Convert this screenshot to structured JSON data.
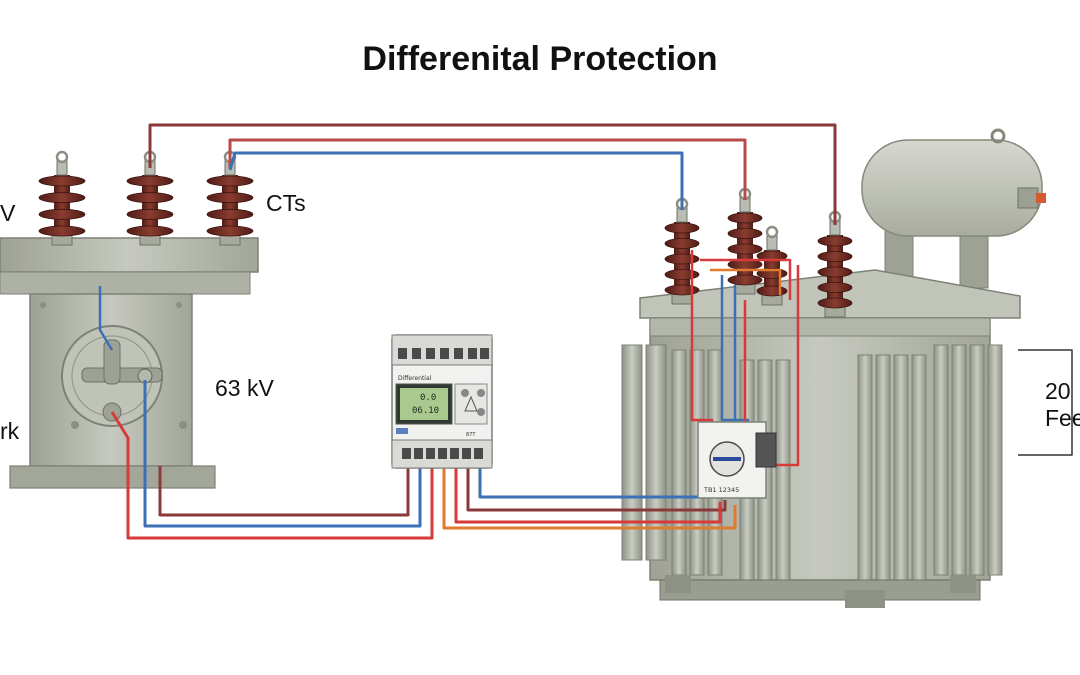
{
  "title": "Differenital Protection",
  "labels": {
    "left_voltage_partial": "V",
    "left_network_partial": "rk",
    "cts": "CTs",
    "hv_voltage": "63 kV",
    "right_voltage_partial": "20",
    "right_feeder_partial": "Fee"
  },
  "relay": {
    "brand_text": "Differential",
    "lcd_line1": "0.0",
    "lcd_line2": "06.10",
    "side_text": "87T"
  },
  "terminal_block_text": "TB1 12345",
  "colors": {
    "red_wire": "#d63a3a",
    "dark_red_wire": "#8b3a3a",
    "blue_wire": "#3b6fb6",
    "orange_wire": "#e07a2e",
    "tank": "#b8bcb0",
    "porcelain": "#6e2d24"
  }
}
